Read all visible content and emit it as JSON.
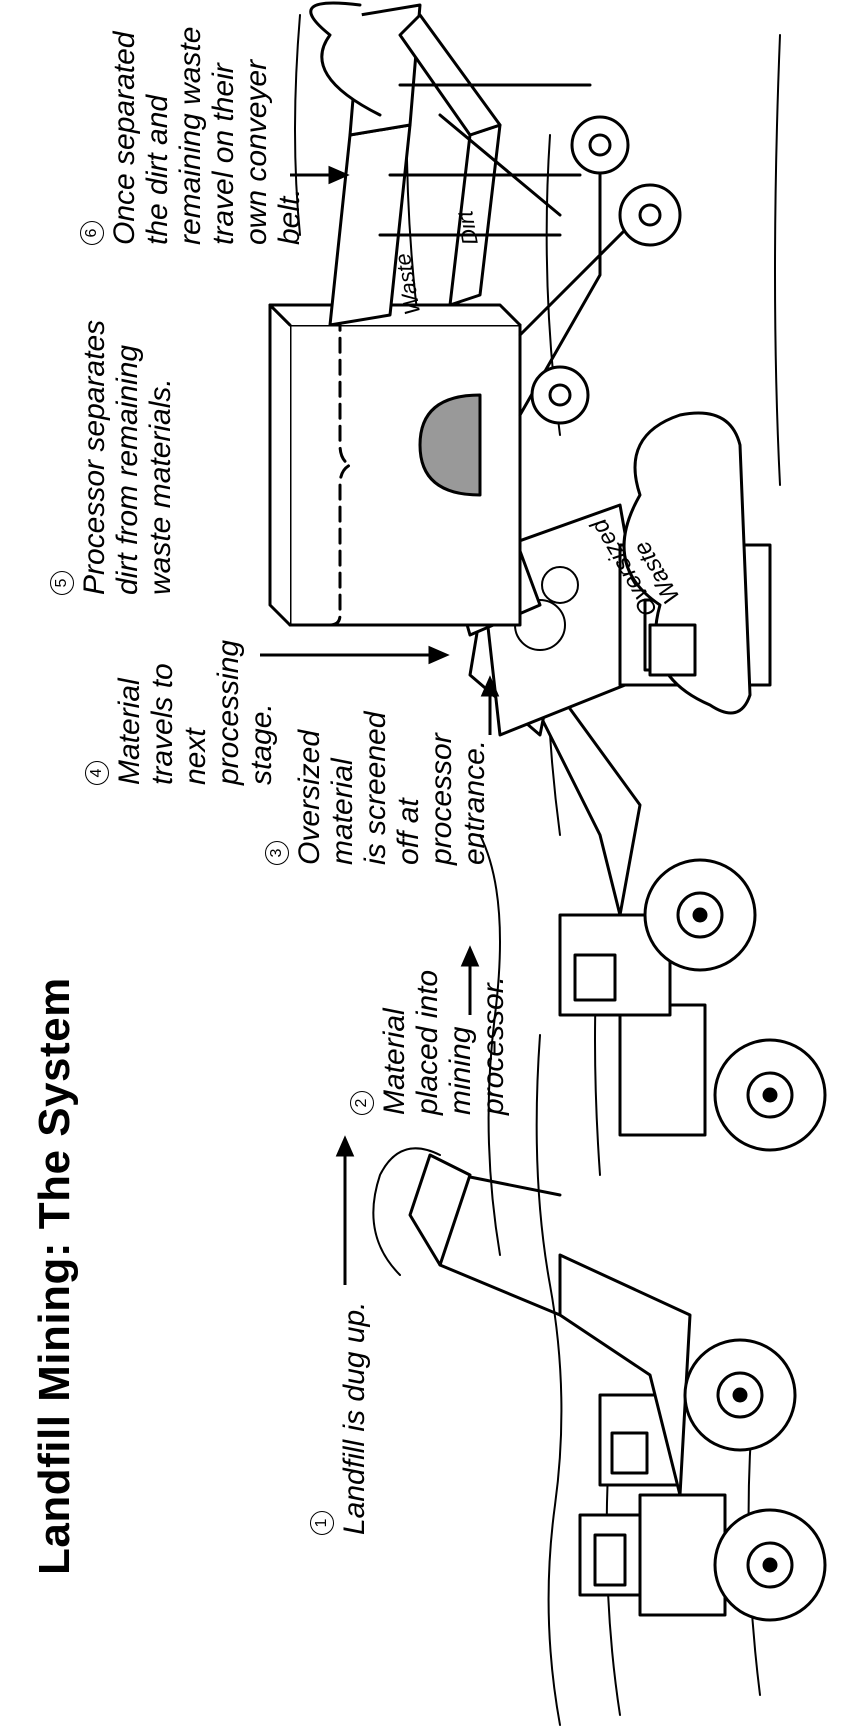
{
  "title": "Landfill Mining: The System",
  "steps": [
    {
      "number": "1",
      "text": "Landfill is dug up."
    },
    {
      "number": "2",
      "text": "Material\nplaced into\nmining\nprocessor."
    },
    {
      "number": "3",
      "text": "Oversized\nmaterial\nis screened\noff at\nprocessor\nentrance."
    },
    {
      "number": "4",
      "text": "Material\ntravels to\nnext\nprocessing\nstage."
    },
    {
      "number": "5",
      "text": "Processor separates\ndirt from remaining\nwaste materials."
    },
    {
      "number": "6",
      "text": "Once separated\nthe dirt and\nremaining waste\ntravel on their\nown conveyer\nbelt."
    }
  ],
  "labels": {
    "oversized_waste": "Oversized\nWaste",
    "waste": "Waste",
    "dirt": "Dirt"
  }
}
